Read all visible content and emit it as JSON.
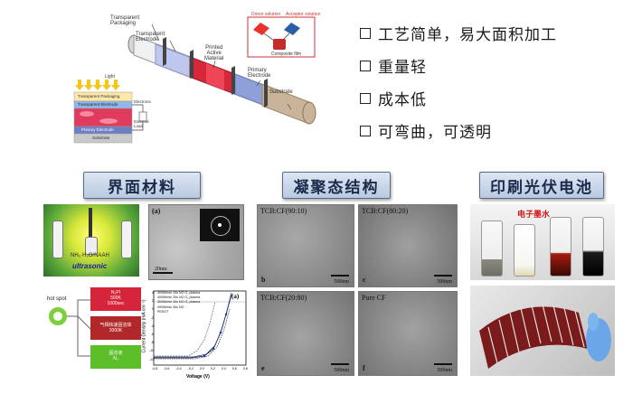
{
  "top_diagram": {
    "transparent_packaging": "Transparent\nPackaging",
    "transparent_electrode": "Transparent\nElectrode",
    "printed_active_material": "Printed\nActive\nMaterial",
    "primary_electrode": "Primary\nElectrode",
    "substrate": "Substrate",
    "donor_solution": "Donor solution",
    "acceptor_solution": "Acceptor solution",
    "composite_film": "Composite film",
    "stack": {
      "light": "Light",
      "layer_packaging": "Transparent Packaging",
      "layer_electrode": "Transparent Electrode",
      "layer_primary": "Primary Electrode",
      "layer_substrate": "Substrate",
      "electrons": "Electrons",
      "external_load": "External\nLoad"
    }
  },
  "bullets": [
    "工艺简单，易大面积加工",
    "重量轻",
    "成本低",
    "可弯曲，可透明"
  ],
  "sections": {
    "interface": "界面材料",
    "morphology": "凝聚态结构",
    "printed": "印刷光伏电池"
  },
  "interface_panel": {
    "tem_label": "(a)",
    "tem_scale": "20nm",
    "ultrasonic": "ultrasonic",
    "vial_label": "NH₃·H₂O/NAAH",
    "hot_spot": "hot spot",
    "box1": "N₂PI\n500K\n1000sec",
    "box2": "气相快速固溶体\n2000K",
    "box3": "固溶液\nN₂",
    "jv": {
      "panel_label": "(a)",
      "ylabel": "Current Density (mA cm⁻²)",
      "xlabel": "Voltage (V)",
      "xticks": [
        "-0.8",
        "-0.6",
        "-0.4",
        "-0.2",
        "0.0",
        "0.2",
        "0.4",
        "0.6",
        "0.8"
      ],
      "yticks": [
        "4",
        "2",
        "0",
        "-2",
        "-4",
        "-6",
        "-8",
        "-10",
        "-12"
      ],
      "legend": [
        "400W/min 10s NO O₂ plasma",
        "400W/min 30s NO O₂ plasma",
        "300W/min 30s NO O₂ plasma",
        "400W/min 30s NO",
        "PEDOT"
      ]
    }
  },
  "morph_panels": [
    {
      "label": "TCB:CF(90:10)",
      "letter": "b",
      "scale": "500nm"
    },
    {
      "label": "TCB:CF(80:20)",
      "letter": "c",
      "scale": "500nm"
    },
    {
      "label": "TCB:CF(20:80)",
      "letter": "e",
      "scale": "500nm"
    },
    {
      "label": "Pure CF",
      "letter": "f",
      "scale": "500nm"
    }
  ],
  "ink_label": "电子墨水",
  "colors": {
    "header_fill": "#c6d4e8",
    "active_layer": "#d8263a",
    "electrode_blue": "#8da0d8",
    "substrate_tan": "#c9b49a"
  }
}
